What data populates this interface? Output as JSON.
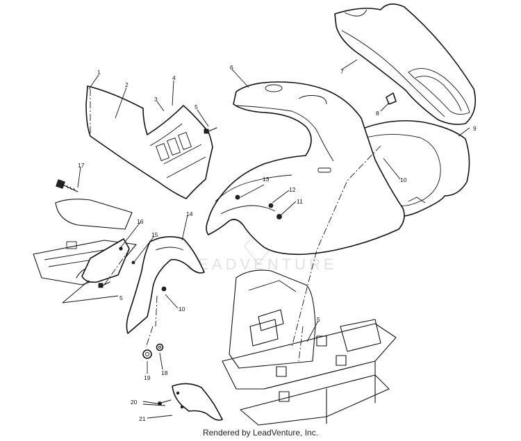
{
  "diagram": {
    "watermark": "LEADVENTURE",
    "footer": "Rendered by LeadVenture, Inc.",
    "callouts": [
      "1",
      "2",
      "3",
      "4",
      "5",
      "6",
      "7",
      "8",
      "9",
      "10",
      "11",
      "12",
      "13",
      "14",
      "15",
      "16",
      "17",
      "5",
      "10",
      "10",
      "5",
      "19",
      "18",
      "20",
      "21"
    ]
  },
  "colors": {
    "line": "#111111",
    "background": "#ffffff",
    "watermark": "#cfcfcf"
  }
}
